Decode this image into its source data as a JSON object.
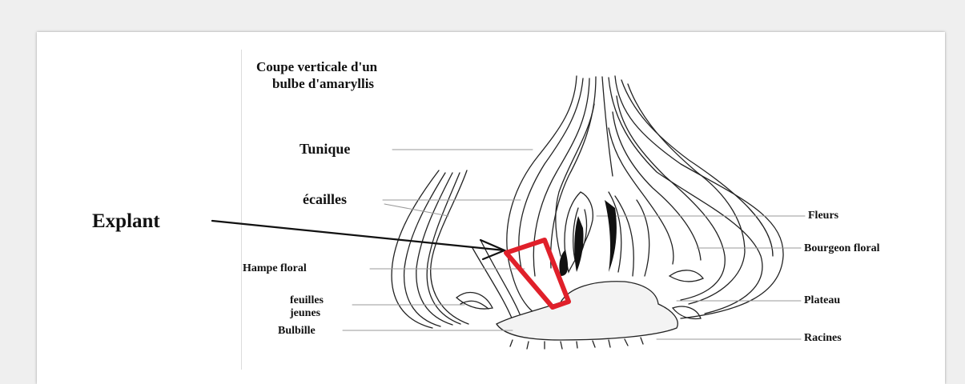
{
  "title": {
    "line1": "Coupe verticale d'un",
    "line2": "bulbe d'amaryllis"
  },
  "labels": {
    "explant": "Explant",
    "tunique": "Tunique",
    "ecailles": "écailles",
    "hampe_floral": "Hampe floral",
    "feuilles": "feuilles",
    "jeunes": "jeunes",
    "bulbille": "Bulbille",
    "fleurs": "Fleurs",
    "bourgeon_floral": "Bourgeon floral",
    "plateau": "Plateau",
    "racines": "Racines"
  },
  "colors": {
    "explant_marker": "#e0202a",
    "ink": "#111111",
    "background": "#efefef"
  }
}
